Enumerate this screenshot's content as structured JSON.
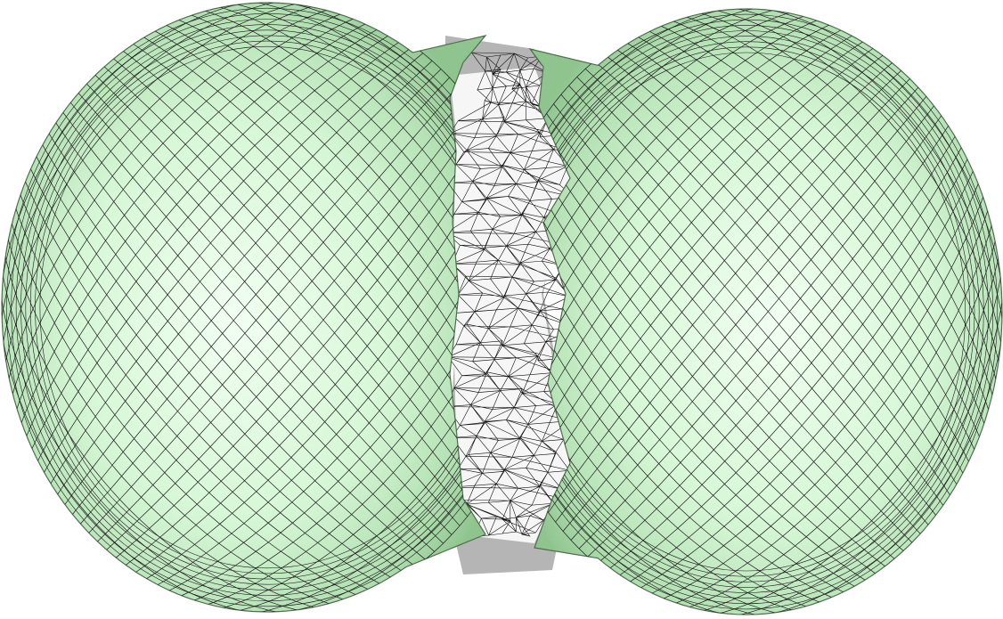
{
  "figure": {
    "description_visible_text": "",
    "background": "#ffffff",
    "colors": {
      "sphere_fill_center": "#f2fff2",
      "sphere_fill_mid": "#d6f7d6",
      "sphere_fill_edge": "#8fc48f",
      "mesh_line": "#000000",
      "junction_fill": "#f4f4f4",
      "junction_shadow": "#b5b5b5"
    },
    "meshes": [
      {
        "id": "left-sphere",
        "type": "quad-mesh",
        "color": "green"
      },
      {
        "id": "right-sphere",
        "type": "quad-mesh",
        "color": "green"
      },
      {
        "id": "junction",
        "type": "triangle-mesh",
        "color": "white"
      }
    ]
  }
}
